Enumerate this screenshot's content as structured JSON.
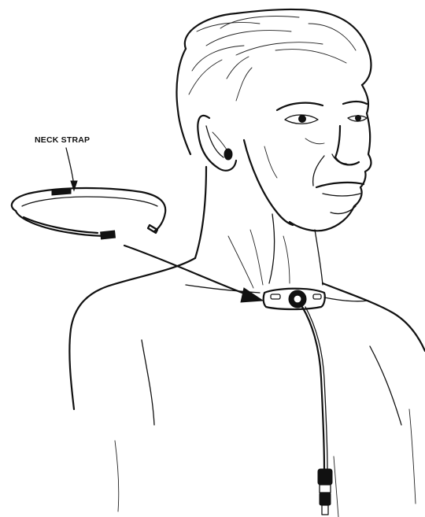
{
  "labels": {
    "neck_strap": "NECK STRAP"
  },
  "parts": [
    {
      "name": "neck-strap",
      "icon": "strap-ring"
    },
    {
      "name": "throat-microphone",
      "icon": "microphone-unit"
    },
    {
      "name": "cable",
      "icon": "cable"
    },
    {
      "name": "connector-plug",
      "icon": "plug"
    }
  ]
}
